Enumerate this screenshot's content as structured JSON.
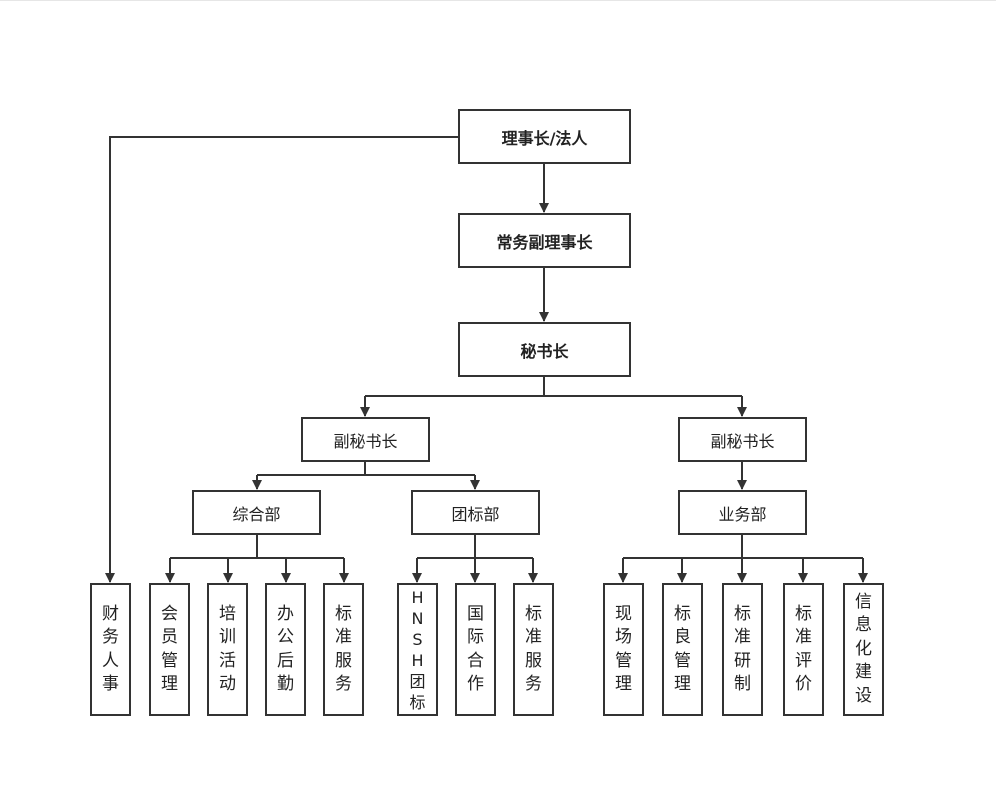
{
  "top": {
    "chairman": "理事长/法人",
    "vice_chairman": "常务副理事长",
    "secretary_general": "秘书长"
  },
  "deputies": {
    "left": "副秘书长",
    "right": "副秘书长"
  },
  "departments": {
    "general": "综合部",
    "team_standards": "团标部",
    "business": "业务部"
  },
  "units": {
    "finance_hr": "财务人事",
    "member_mgmt": "会员管理",
    "training": "培训活动",
    "logistics": "办公后勤",
    "standard_service_1": "标准服务",
    "hnsh_team_std": "HNSH团标",
    "intl_coop": "国际合作",
    "standard_service_2": "标准服务",
    "site_mgmt": "现场管理",
    "label_mgmt": "标良管理",
    "std_research": "标准研制",
    "std_evaluation": "标准评价",
    "info_construction": "信息化建设"
  },
  "colors": {
    "line": "#333333",
    "box_border": "#333333",
    "background": "#ffffff"
  }
}
